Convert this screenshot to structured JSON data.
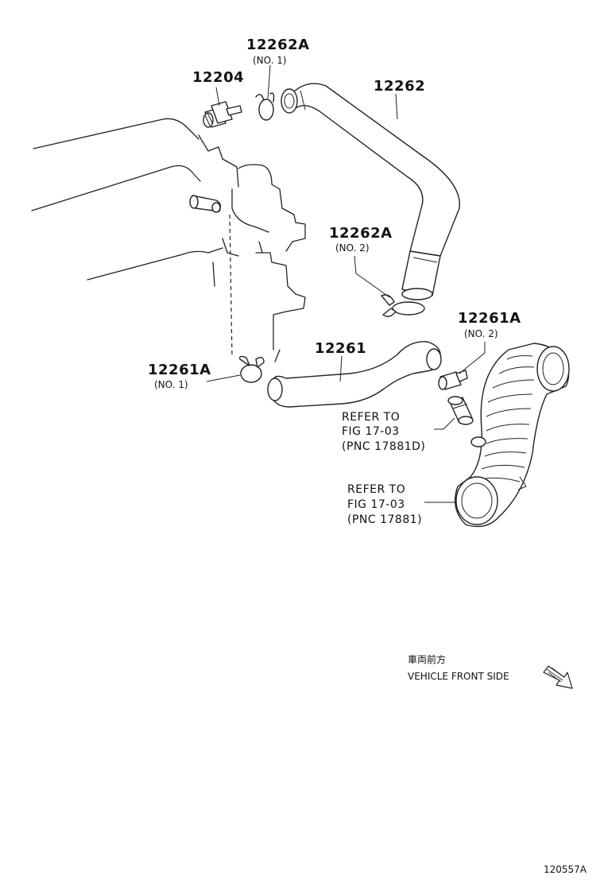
{
  "parts": {
    "p12262A_no1": {
      "number": "12262A",
      "note": "(NO. 1)"
    },
    "p12204": {
      "number": "12204"
    },
    "p12262": {
      "number": "12262"
    },
    "p12262A_no2": {
      "number": "12262A",
      "note": "(NO. 2)"
    },
    "p12261A_no2": {
      "number": "12261A",
      "note": "(NO. 2)"
    },
    "p12261": {
      "number": "12261"
    },
    "p12261A_no1": {
      "number": "12261A",
      "note": "(NO. 1)"
    }
  },
  "references": [
    {
      "line1": "REFER TO",
      "line2": "FIG 17-03",
      "line3": "(PNC 17881D)"
    },
    {
      "line1": "REFER TO",
      "line2": "FIG 17-03",
      "line3": "(PNC 17881)"
    }
  ],
  "direction": {
    "label_jp": "車両前方",
    "label_en": "VEHICLE FRONT SIDE"
  },
  "illustration_code": "120557A",
  "icons": {
    "direction_arrow": "arrow-right-down-icon"
  }
}
